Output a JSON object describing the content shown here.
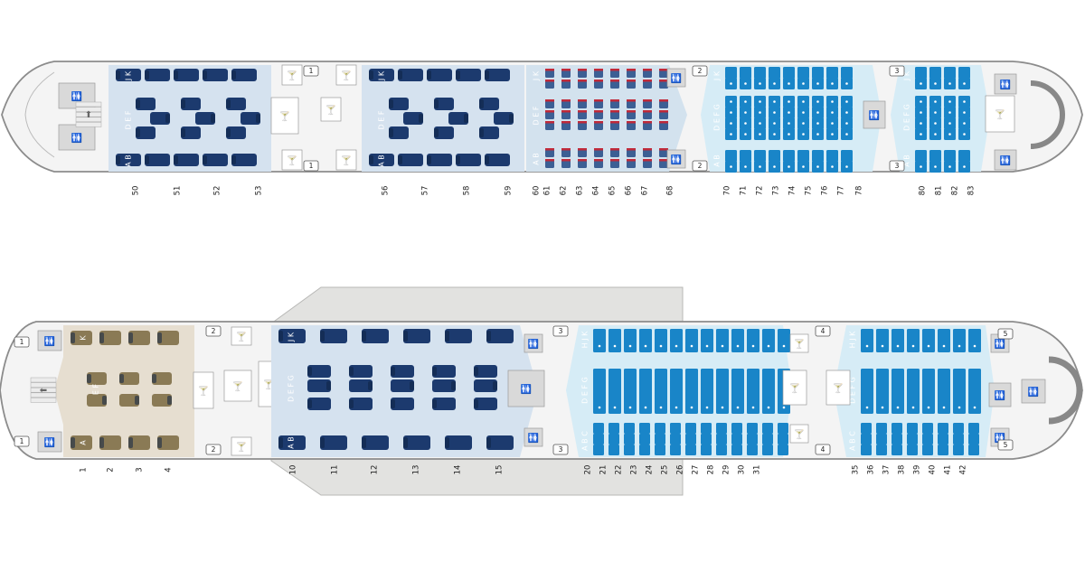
{
  "colors": {
    "fuselage_fill": "#f4f4f4",
    "fuselage_stroke": "#8c8c8c",
    "wing": "#e2e2e0",
    "first_zone": "#e6ded0",
    "business_zone": "#d5e2ef",
    "pe_zone": "#d3e2ee",
    "economy_zone": "#d6ecf6",
    "navy_seat": "#1c3a6e",
    "pe_seat": "#3c5f94",
    "pe_accent": "#c02a3a",
    "economy_seat": "#1985c8",
    "first_seat": "#8a7a55",
    "lav": "#9a9a9a",
    "label_text": "#222222"
  },
  "upper_deck": {
    "row_numbers": [
      "50",
      "51",
      "52",
      "53",
      "56",
      "57",
      "58",
      "59",
      "60",
      "61",
      "62",
      "63",
      "64",
      "65",
      "66",
      "67",
      "68",
      "70",
      "71",
      "72",
      "73",
      "74",
      "75",
      "76",
      "77",
      "78",
      "80",
      "81",
      "82",
      "83"
    ],
    "door_labels": [
      "1",
      "1",
      "2",
      "2",
      "3",
      "3"
    ],
    "business_cabins": [
      {
        "top_letters": "J K",
        "mid_letters": "D E F",
        "bot_letters": "A B"
      },
      {
        "top_letters": "J K",
        "mid_letters": "D E F",
        "bot_letters": "A B"
      }
    ],
    "pe_cabin": {
      "top_letters": "J K",
      "mid_letters": "D E F",
      "bot_letters": "A B"
    },
    "economy_cabins": [
      {
        "top_letters": "J K",
        "mid_letters": "D E F G",
        "bot_letters": "A B"
      },
      {
        "top_letters": "J K",
        "mid_letters": "D E F G",
        "bot_letters": "A B"
      }
    ]
  },
  "main_deck": {
    "row_numbers": [
      "1",
      "2",
      "3",
      "4",
      "10",
      "11",
      "12",
      "13",
      "14",
      "15",
      "20",
      "21",
      "22",
      "23",
      "24",
      "25",
      "26",
      "27",
      "28",
      "29",
      "30",
      "31",
      "35",
      "36",
      "37",
      "38",
      "39",
      "40",
      "41",
      "42"
    ],
    "door_labels": [
      "1",
      "1",
      "2",
      "2",
      "3",
      "3",
      "4",
      "4",
      "5",
      "5"
    ],
    "first_cabin": {
      "top_letters": "K",
      "mid_letters": "E F",
      "bot_letters": "A"
    },
    "business_cabin": {
      "top_letters": "J K",
      "mid_letters": "D E F G",
      "bot_letters": "A B"
    },
    "economy_cabins": [
      {
        "top_letters": "H J K",
        "mid_letters": "D E F G",
        "bot_letters": "A B C"
      },
      {
        "top_letters": "H J K",
        "mid_letters": "D E F G",
        "bot_letters": "A B C"
      }
    ]
  }
}
